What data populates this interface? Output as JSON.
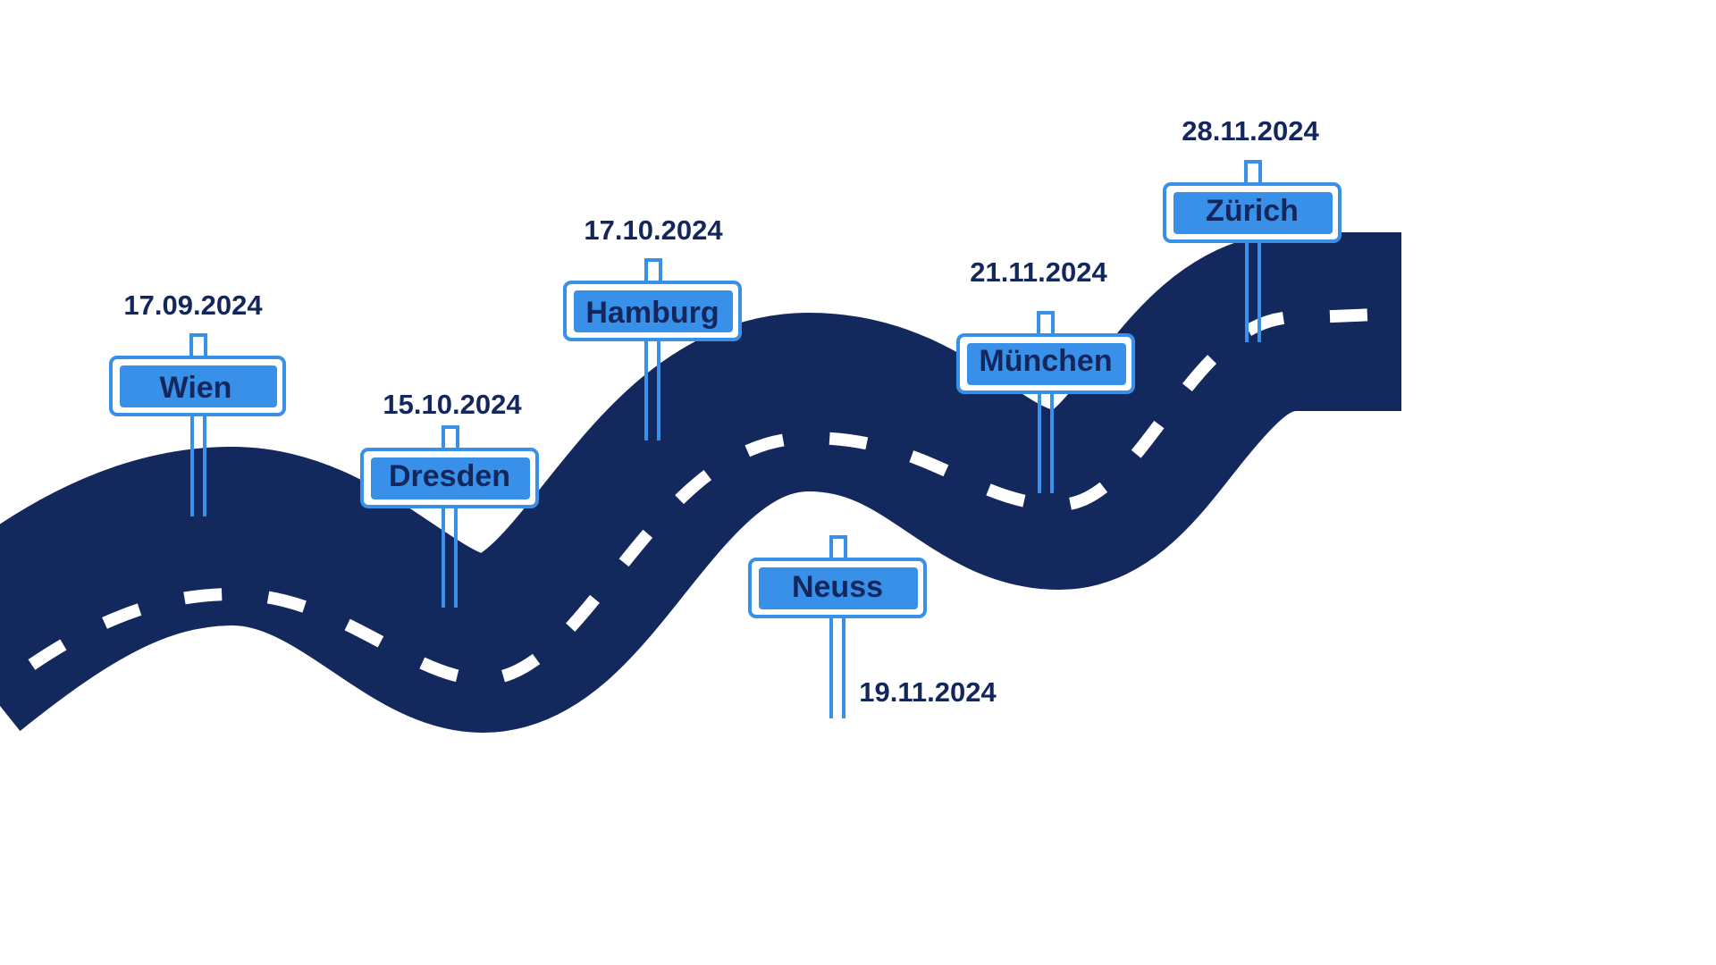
{
  "colors": {
    "road": "#13285c",
    "dash": "#ffffff",
    "sign_fill": "#3890e8",
    "sign_border": "#3890e8",
    "text": "#14275c",
    "background": "#ffffff"
  },
  "stops": [
    {
      "city": "Wien",
      "date": "17.09.2024"
    },
    {
      "city": "Dresden",
      "date": "15.10.2024"
    },
    {
      "city": "Hamburg",
      "date": "17.10.2024"
    },
    {
      "city": "Neuss",
      "date": "19.11.2024"
    },
    {
      "city": "München",
      "date": "21.11.2024"
    },
    {
      "city": "Zürich",
      "date": "28.11.2024"
    }
  ]
}
